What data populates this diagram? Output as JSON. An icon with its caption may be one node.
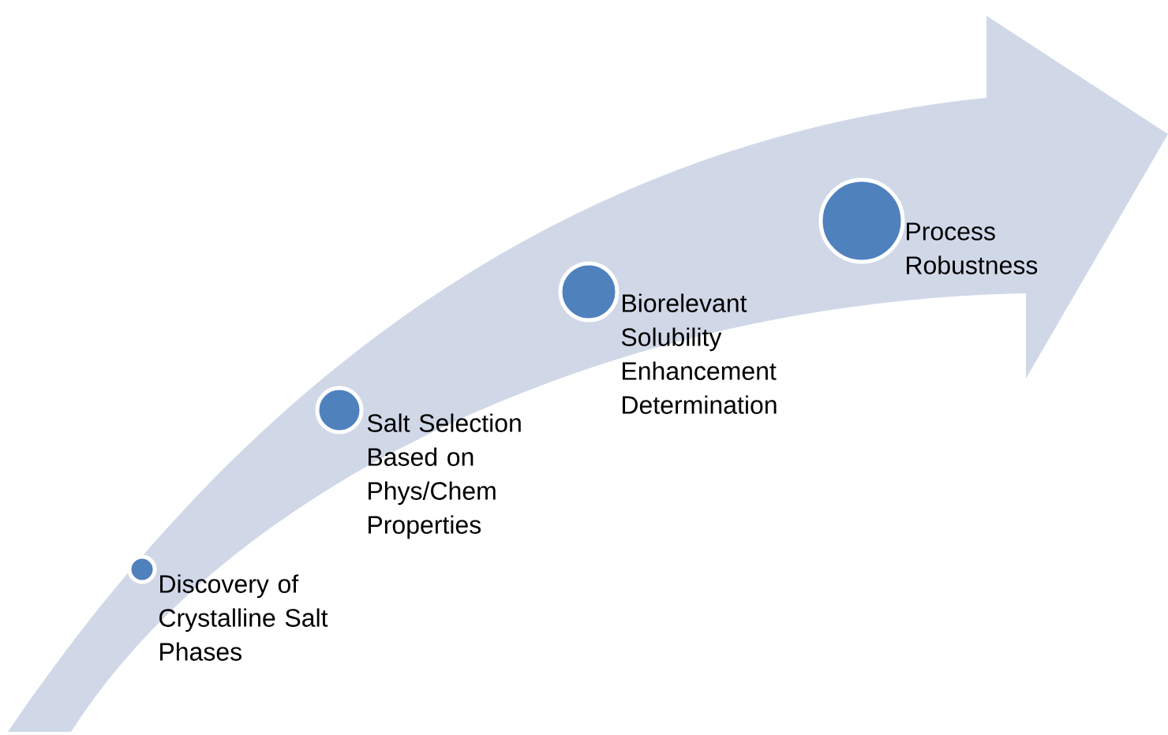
{
  "diagram": {
    "nodes": [
      {
        "text": [
          "Discovery of Crystalline Salt Phases"
        ]
      },
      {
        "text": [
          "Salt Selection Based on Phys/Chem Properties"
        ]
      },
      {
        "text": [
          "Biorelevant Solubility Enhancement Determination"
        ]
      },
      {
        "text": [
          "Process Robustness"
        ]
      }
    ]
  }
}
